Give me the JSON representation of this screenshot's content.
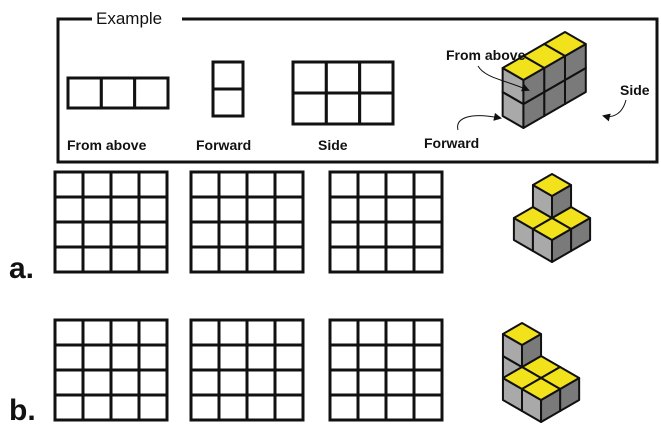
{
  "example": {
    "title": "Example",
    "from_above_label": "From above",
    "forward_label": "Forward",
    "side_label": "Side",
    "grids": {
      "from_above": {
        "rows": 1,
        "cols": 3
      },
      "forward": {
        "rows": 2,
        "cols": 1
      },
      "side": {
        "rows": 2,
        "cols": 3
      }
    },
    "shape": {
      "description": "3x1 row of cubes, two layers high",
      "top_color": "#f2e21c"
    },
    "pointer_labels": {
      "from_above": "From above",
      "side": "Side",
      "forward": "Forward"
    }
  },
  "problems": [
    {
      "letter": "a.",
      "grids": [
        {
          "rows": 4,
          "cols": 4
        },
        {
          "rows": 4,
          "cols": 4
        },
        {
          "rows": 4,
          "cols": 4
        }
      ]
    },
    {
      "letter": "b.",
      "grids": [
        {
          "rows": 4,
          "cols": 4
        },
        {
          "rows": 4,
          "cols": 4
        },
        {
          "rows": 4,
          "cols": 4
        }
      ]
    }
  ],
  "colors": {
    "cube_top": "#f2e21c",
    "cube_side_light": "#a9a9a9",
    "cube_side_dark": "#7a7a7a",
    "line": "#111111"
  }
}
